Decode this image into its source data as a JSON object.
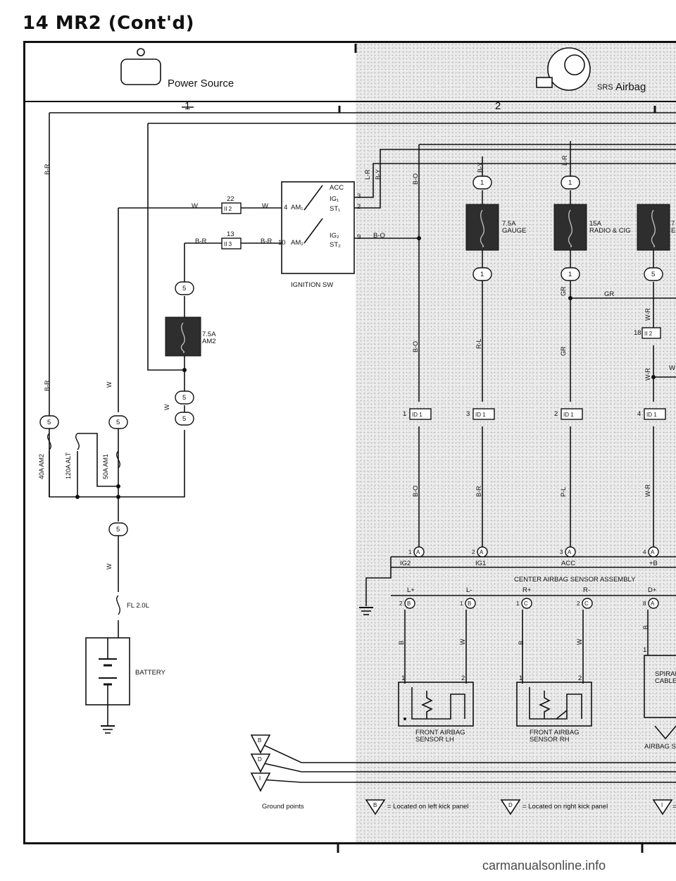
{
  "page": {
    "title": "14 MR2 (Cont'd)",
    "watermark": "carmanualsonline.info"
  },
  "header": {
    "power_source": "Power Source",
    "srs_prefix": "SRS",
    "srs_airbag": "Airbag",
    "col1": "1",
    "col2": "2"
  },
  "wire_colors": {
    "br_1": "B-R",
    "br_2": "B-R",
    "br_3": "B-R",
    "br_4": "B-R",
    "w_1": "W",
    "w_2": "W",
    "w_3": "W",
    "w_4": "W",
    "w_5": "W",
    "w_6": "W",
    "w_7": "W",
    "lr_1": "L-R",
    "lr_2": "L-R",
    "by_1": "B-Y",
    "by_2": "B-Y",
    "bo_1": "B-O",
    "bo_2": "B-O",
    "bo_3": "B-O",
    "bo_4": "B-O",
    "rl": "R-L",
    "brr": "B-R",
    "gr_1": "GR",
    "gr_2": "GR",
    "gr_3": "GR",
    "pl": "P-L",
    "wr_1": "W-R",
    "wr_2": "W-R",
    "wr_3": "W-R",
    "b_1": "B",
    "b_2": "B",
    "b_3": "B"
  },
  "ignition": {
    "label": "IGNITION SW",
    "am1": "AM₁",
    "am2": "AM₂",
    "acc": "ACC",
    "ig1": "IG₁",
    "st1": "ST₁",
    "ig2": "IG₂",
    "st2": "ST₂",
    "pin_am1": "4",
    "pin_am2": "10",
    "pin_acc": "3",
    "pin_ig1": "2",
    "pin_ig2": "9"
  },
  "connectors": {
    "ii2_num": "22",
    "ii2": "II 2",
    "ii3_num": "13",
    "ii3": "II 3",
    "ii2b_num": "18",
    "ii2b": "II 2",
    "c5": "5",
    "c1": "1",
    "id1_a": "1",
    "id1_b": "3",
    "id1_c": "2",
    "id1_d": "4",
    "id1": "ID 1"
  },
  "fuses": {
    "am2_amp": "7.5A",
    "am2": "AM2",
    "gauge_amp": "7.5A",
    "gauge": "GAUGE",
    "radio_amp": "15A",
    "radio": "RADIO & CIG",
    "e_amp": "7",
    "e": "E",
    "fl_am2": "40A AM2",
    "fl_alt": "120A ALT",
    "fl_am1": "50A AM1",
    "fl_main": "FL 2.0L"
  },
  "battery": "BATTERY",
  "sensor_assembly": {
    "label": "CENTER AIRBAG SENSOR ASSEMBLY",
    "ig2": "IG2",
    "ig1": "IG1",
    "acc": "ACC",
    "pb": "+B",
    "lp": "L+",
    "lm": "L-",
    "rp": "R+",
    "rm": "R-",
    "dp": "D+",
    "pins": [
      "1",
      "2",
      "3",
      "4",
      "2",
      "1",
      "1",
      "2",
      "8"
    ],
    "pin_letters": [
      "A",
      "A",
      "A",
      "A",
      "B",
      "B",
      "C",
      "C",
      "A"
    ]
  },
  "sensors": {
    "lh": "FRONT AIRBAG\nSENSOR LH",
    "rh": "FRONT AIRBAG\nSENSOR RH",
    "spiral": "SPIRAL\nCABLE",
    "airbag": "AIRBAG S",
    "pin1": "1",
    "pin2": "2"
  },
  "ground": {
    "label": "Ground points",
    "b": "B",
    "d": "D",
    "i": "I",
    "b_note": "= Located on left kick panel",
    "d_note": "= Located on right kick panel",
    "i_note": "="
  }
}
